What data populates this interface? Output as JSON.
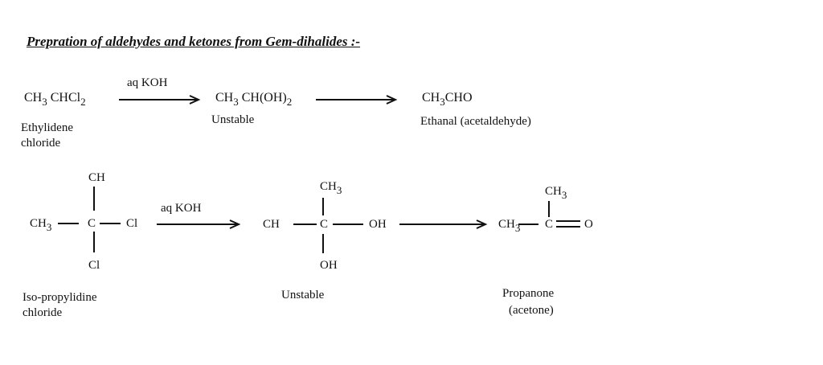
{
  "title": "Prepration of aldehydes and ketones from Gem-dihalides :-",
  "reaction1": {
    "reactant": {
      "a": "CH",
      "a_sub": "3",
      "b": " CHCl",
      "b_sub": "2",
      "name1": "Ethylidene",
      "name2": "chloride"
    },
    "reagent": "aq KOH",
    "intermediate": {
      "a": "CH",
      "a_sub": "3",
      "b": " CH(OH)",
      "b_sub": "2",
      "label": "Unstable"
    },
    "product": {
      "a": "CH",
      "a_sub": "3",
      "b": "CHO",
      "name": "Ethanal",
      "alt": "(acetaldehyde)"
    }
  },
  "reaction2": {
    "reactant": {
      "top": "CH",
      "left": "CH",
      "left_sub": "3",
      "center": "C",
      "right": "Cl",
      "bottom": "Cl",
      "name1": "Iso-propylidine",
      "name2": "chloride"
    },
    "reagent": "aq KOH",
    "intermediate": {
      "top": "CH",
      "top_sub": "3",
      "left": "CH",
      "center": "C",
      "right": "OH",
      "bottom": "OH",
      "label": "Unstable"
    },
    "product": {
      "top": "CH",
      "top_sub": "3",
      "left": "CH",
      "left_sub": "3",
      "center": "C",
      "right": "O",
      "name": "Propanone",
      "alt": "(acetone)"
    }
  }
}
